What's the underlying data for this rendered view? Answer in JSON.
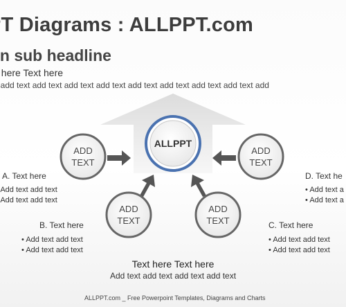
{
  "slide": {
    "title": "PT Diagrams : ALLPPT.com",
    "sub_headline": "wn sub headline",
    "text_heading": "t here Text here",
    "text_line": "t add text add text add text add text add text add text add text add text add"
  },
  "diagram": {
    "center": "ALLPPT",
    "circle_line1": "ADD",
    "circle_line2": "TEXT"
  },
  "labels": {
    "a": {
      "title": "A. Text here",
      "bullets": [
        "Add text add text",
        "Add text add text"
      ]
    },
    "b": {
      "title": "B. Text here",
      "bullets": [
        "Add text add text",
        "Add text add text"
      ]
    },
    "c": {
      "title": "C. Text here",
      "bullets": [
        "Add text add text",
        "Add text add text"
      ]
    },
    "d": {
      "title": "D. Text he",
      "bullets": [
        "Add text a",
        "Add text a"
      ]
    }
  },
  "bottom": {
    "title": "Text here Text here",
    "text": "Add text add text add text add text"
  },
  "footer": "ALLPPT.com _ Free Powerpoint Templates, Diagrams and Charts",
  "colors": {
    "center_ring": "#4a72b0",
    "circle_ring": "#666666",
    "arrow": "#555555"
  }
}
